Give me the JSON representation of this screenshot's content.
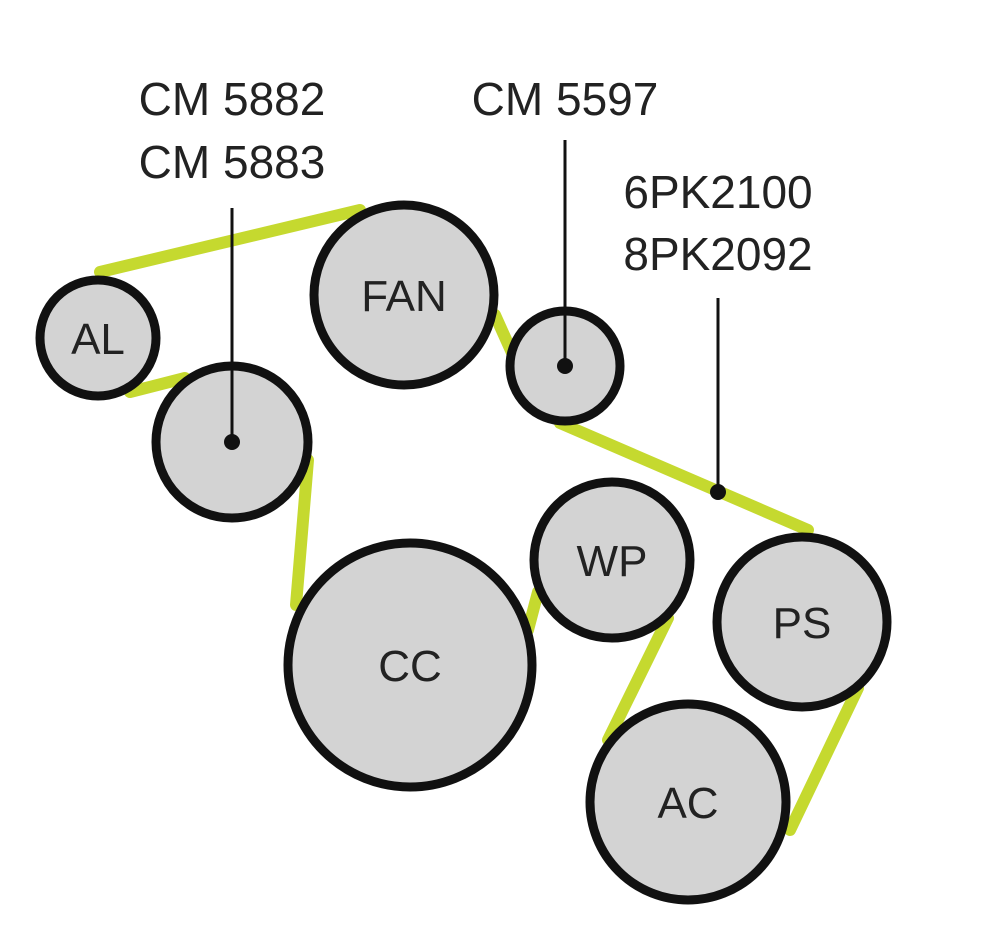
{
  "colors": {
    "belt": "#c5d92f",
    "pulley_fill": "#d3d3d3",
    "pulley_stroke": "#111111",
    "leader": "#111111",
    "text": "#222222"
  },
  "pulleys": {
    "al": "AL",
    "fan": "FAN",
    "idler_left": "",
    "idler_right": "",
    "cc": "CC",
    "wp": "WP",
    "ps": "PS",
    "ac": "AC"
  },
  "callouts": {
    "left_idler": {
      "line1": "CM 5882",
      "line2": "CM 5883"
    },
    "right_idler": {
      "line1": "CM 5597"
    },
    "belt": {
      "line1": "6PK2100",
      "line2": "8PK2092"
    }
  }
}
